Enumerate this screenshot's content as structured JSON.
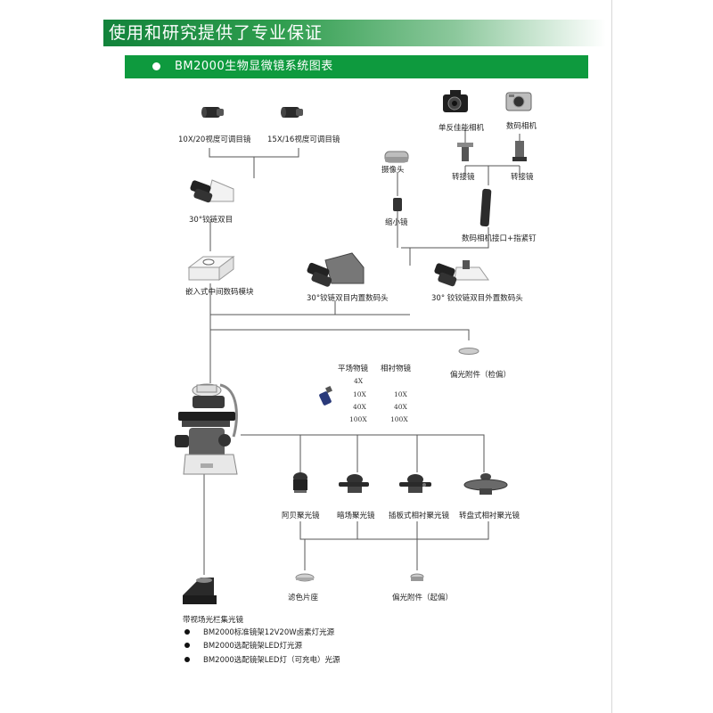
{
  "header": {
    "title": "使用和研究提供了专业保证"
  },
  "section": {
    "title": "BM2000生物显微镜系统图表"
  },
  "components": {
    "eyepiece_10x": "10X/20视度可调目镜",
    "eyepiece_15x": "15X/16视度可调目镜",
    "binocular_head": "30°铰链双目",
    "digital_module": "嵌入式中间数码模块",
    "binocular_internal_camera": "30°铰链双目内置数码头",
    "binocular_external_camera": "30°  铰铰链双目外置数码头",
    "dslr_camera": "单反佳能相机",
    "digital_camera": "数码相机",
    "adapter_left": "转接镜",
    "adapter_right": "转接镜",
    "camera_head": "摄像头",
    "reduction_lens": "缩小镜",
    "camera_port": "数码相机接口+指紧钉",
    "polarizer_analyzer": "偏光附件（检偏）",
    "abbe_condenser": "阿贝聚光镜",
    "darkfield_condenser": "暗场聚光镜",
    "slider_phase_condenser": "插板式相衬聚光镜",
    "turret_phase_condenser": "转盘式相衬聚光镜",
    "filter_holder": "滤色片座",
    "polarizer_polarizer": "偏光附件（起偏）",
    "field_diaphragm": "带视场光栏集光镜"
  },
  "objectives": {
    "plan_header": "平场物镜",
    "plan_values": [
      "4X",
      "10X",
      "40X",
      "100X"
    ],
    "phase_header": "相衬物镜",
    "phase_values": [
      "10X",
      "40X",
      "100X"
    ]
  },
  "notes": [
    "BM2000标准镜架12V20W卤素灯光源",
    "BM2000选配镜架LED灯光源",
    "BM2000选配镜架LED灯（可充电）光源"
  ]
}
